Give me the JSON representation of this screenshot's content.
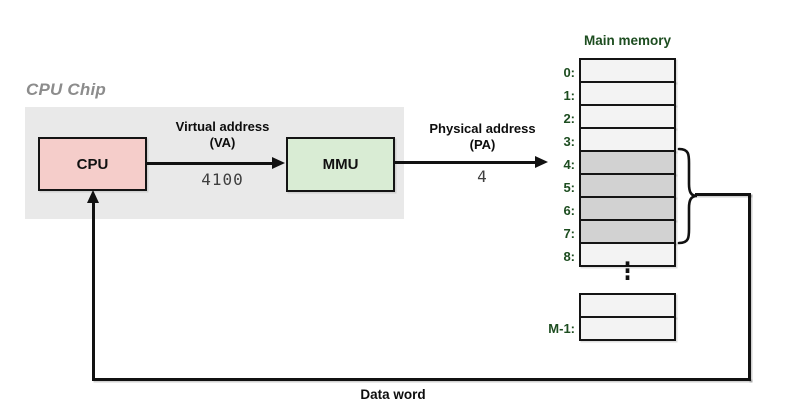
{
  "diagram": {
    "chip_label": "CPU Chip",
    "cpu_label": "CPU",
    "mmu_label": "MMU",
    "va": {
      "title": "Virtual address",
      "subtitle": "(VA)",
      "value": "4100"
    },
    "pa": {
      "title": "Physical address",
      "subtitle": "(PA)",
      "value": "4"
    },
    "memory": {
      "title": "Main memory",
      "row_labels": [
        "0:",
        "1:",
        "2:",
        "3:",
        "4:",
        "5:",
        "6:",
        "7:",
        "8:"
      ],
      "highlighted_rows": [
        4,
        5,
        6,
        7
      ],
      "ellipsis": "⋮",
      "tail_label": "M-1:"
    },
    "data_word_label": "Data word",
    "colors": {
      "chip_fill": "#e9e9e9",
      "cpu_fill": "#f5cdca",
      "mmu_fill": "#d9ecd4",
      "cell_light": "#f3f3f3",
      "cell_dark": "#d2d2d2",
      "label_green": "#1d4d20",
      "value_gray": "#3f3f3f",
      "chip_label_gray": "#8c8c8c"
    }
  }
}
